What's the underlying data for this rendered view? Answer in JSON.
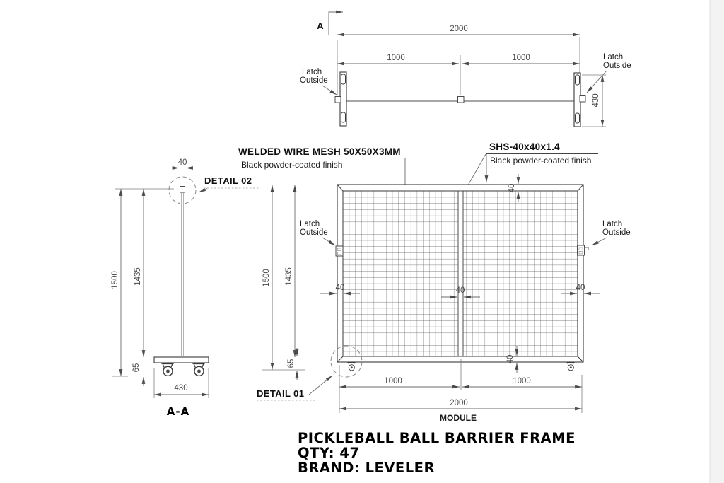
{
  "labels": {
    "latch_line1": "Latch",
    "latch_line2": "Outside"
  },
  "top_view": {
    "section_marker": "A",
    "dim_overall": "2000",
    "dim_left_half": "1000",
    "dim_right_half": "1000",
    "dim_foot_length": "430"
  },
  "side_view": {
    "view_name": "A-A",
    "detail_callout": "DETAIL 02",
    "dim_post_width": "40",
    "dim_overall_height": "1500",
    "dim_frame_height": "1435",
    "dim_base_to_floor": "65",
    "dim_base_width": "430"
  },
  "front_view": {
    "mesh_note_line1": "WELDED WIRE MESH 50X50X3MM",
    "mesh_note_line2": "Black powder-coated finish",
    "shs_note_line1": "SHS-40x40x1.4",
    "shs_note_line2": "Black powder-coated finish",
    "detail_callout": "DETAIL 01",
    "dim_overall_height": "1500",
    "dim_frame_height": "1435",
    "dim_base_to_floor": "65",
    "dim_top_rail": "40",
    "dim_left_post": "40",
    "dim_center_post": "40",
    "dim_right_post": "40",
    "dim_bottom_rail": "40",
    "dim_left_half": "1000",
    "dim_right_half": "1000",
    "dim_overall_width": "2000",
    "module_label": "MODULE"
  },
  "title_block": {
    "line1": "PICKLEBALL BALL BARRIER FRAME",
    "line2": "QTY: 47",
    "line3": "BRAND: LEVELER"
  },
  "colors": {
    "object_line": "#3a3a3a",
    "dimension_line": "#6b6b6b",
    "background": "#ffffff"
  }
}
